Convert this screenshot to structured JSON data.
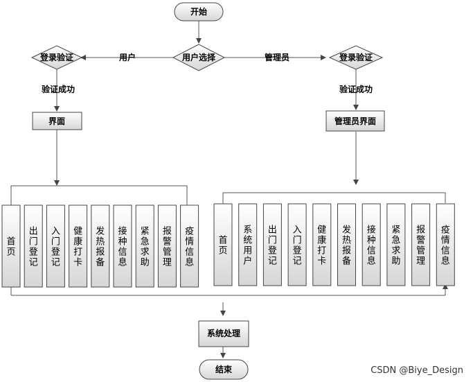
{
  "flowchart": {
    "start": "开始",
    "decision": "用户选择",
    "left_edge_label": "用户",
    "right_edge_label": "管理员",
    "login_left": "登录验证",
    "login_right": "登录验证",
    "success_left": "验证成功",
    "success_right": "验证成功",
    "user_ui": "界面",
    "admin_ui": "管理员界面",
    "process": "系统处理",
    "end": "结束"
  },
  "user_modules": [
    "首页",
    "出门登记",
    "入门登记",
    "健康打卡",
    "发热报备",
    "接种信息",
    "紧急求助",
    "报警管理",
    "疫情信息"
  ],
  "admin_modules": [
    "首页",
    "系统用户",
    "出门登记",
    "入门登记",
    "健康打卡",
    "发热报备",
    "接种信息",
    "紧急求助",
    "报警管理",
    "疫情信息"
  ],
  "watermark": "CSDN @Biye_Design",
  "colors": {
    "box_fill_light": "#ffffff",
    "box_fill_dark": "#d9d9d9",
    "stroke": "#555555"
  }
}
